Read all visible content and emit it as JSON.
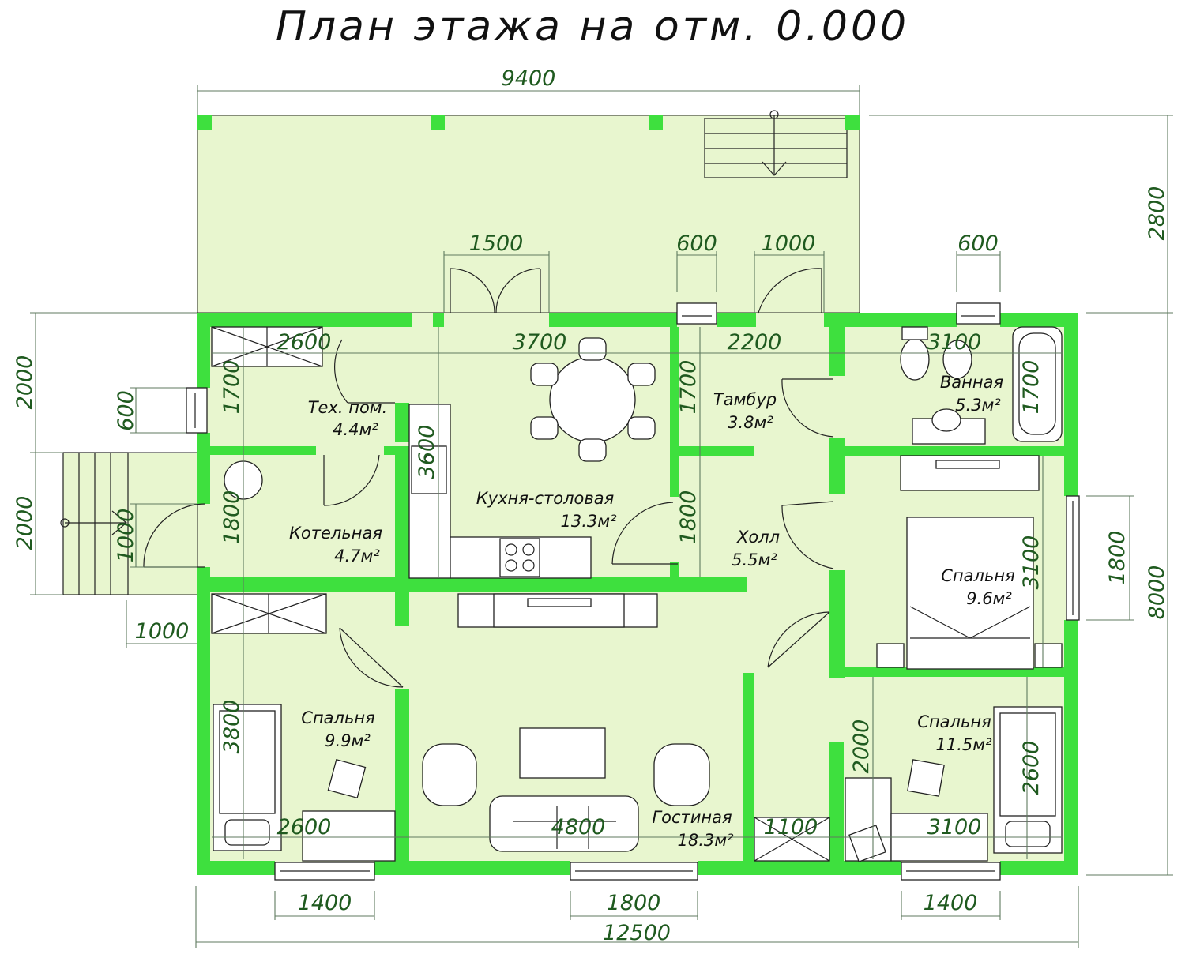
{
  "title": "План этажа на отм. 0.000",
  "colors": {
    "wall": "#3ee03e",
    "floor": "#e8f6cf",
    "dimension": "#1f5a1f",
    "text": "#111111"
  },
  "dimensions": {
    "top_terrace": "9400",
    "right_terrace": "2800",
    "right_total": "8000",
    "right_window": "1800",
    "bottom_total": "12500",
    "bottom_window_left": "1400",
    "bottom_window_center": "1800",
    "bottom_window_right": "1400",
    "left_upper": "2000",
    "left_lower": "2000",
    "left_window": "600",
    "left_door": "1000",
    "left_porch": "1000",
    "top_door_double": "1500",
    "top_window_1": "600",
    "top_door_single": "1000",
    "top_window_2": "600",
    "in_tech_w": "2600",
    "in_kitchen_w": "3700",
    "in_tambur_w": "2200",
    "in_bath_w": "3100",
    "in_tech_h": "1700",
    "in_tambur_h": "1700",
    "in_bath_h": "1700",
    "in_kitchen_h": "3600",
    "in_boiler_h": "1800",
    "in_hall_h": "1800",
    "in_bed_r_h": "3100",
    "in_bed_l_h": "3800",
    "in_hall2_h": "2000",
    "in_bed_r2_h": "2600",
    "in_bed_l_w": "2600",
    "in_living_w": "4800",
    "in_hall2_w": "1100",
    "in_bed_r2_w": "3100"
  },
  "rooms": [
    {
      "name": "Тех. пом.",
      "area": "4.4м²"
    },
    {
      "name": "Котельная",
      "area": "4.7м²"
    },
    {
      "name": "Кухня-столовая",
      "area": "13.3м²"
    },
    {
      "name": "Тамбур",
      "area": "3.8м²"
    },
    {
      "name": "Ванная",
      "area": "5.3м²"
    },
    {
      "name": "Холл",
      "area": "5.5м²"
    },
    {
      "name": "Спальня",
      "area": "9.6м²"
    },
    {
      "name": "Спальня",
      "area": "9.9м²"
    },
    {
      "name": "Гостиная",
      "area": "18.3м²"
    },
    {
      "name": "Спальня",
      "area": "11.5м²"
    }
  ]
}
